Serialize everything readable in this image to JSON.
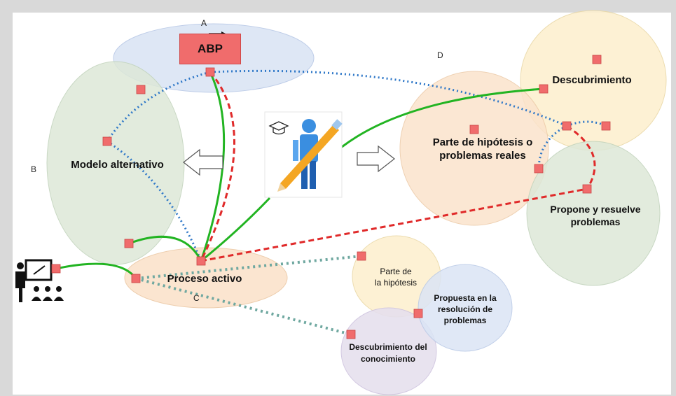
{
  "labels": {
    "letter_a": "A",
    "letter_b": "B",
    "letter_c": "C",
    "letter_d": "D",
    "abp": "ABP",
    "modelo": "Modelo alternativo",
    "proceso": "Proceso activo",
    "descubrimiento": "Descubrimiento",
    "hipotesis_line1": "Parte de hipótesis o",
    "hipotesis_line2": "problemas reales",
    "propone_line1": "Propone y resuelve",
    "propone_line2": "problemas",
    "parte_line1": "Parte de",
    "parte_line2": "la hipótesis",
    "propuesta_line1": "Propuesta en la",
    "propuesta_line2": "resolución de",
    "propuesta_line3": "problemas",
    "descon_line1": "Descubrimiento del",
    "descon_line2": "conocimiento"
  },
  "colors": {
    "ellipse_blue": "#dbe5f5",
    "ellipse_green": "#dde8d8",
    "ellipse_orange": "#fbe3cc",
    "ellipse_yellow": "#fdf0d0",
    "ellipse_purple": "#e6e0ee",
    "node_red": "#f06c6c",
    "line_green": "#22b422",
    "line_red": "#e02a2a",
    "line_blue": "#2f78c8",
    "line_teal": "#6fa8a0"
  },
  "icons": [
    "teacher-presentation-icon",
    "person-with-pencil-icon",
    "graduation-cap-icon",
    "arrow-left-icon",
    "arrow-right-icon"
  ]
}
